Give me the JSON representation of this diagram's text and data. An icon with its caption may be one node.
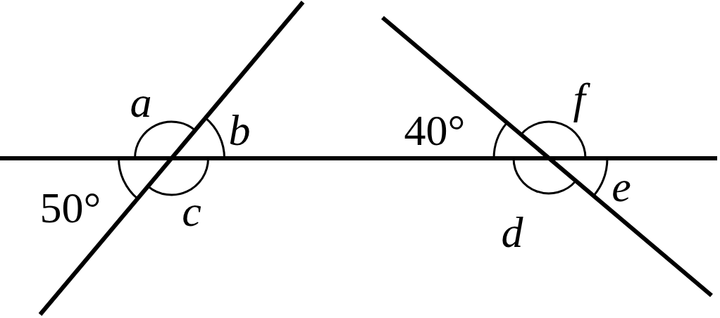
{
  "diagram": {
    "labels": [
      "a",
      "f",
      "b",
      "40°",
      "e",
      "50°",
      "c",
      "d"
    ]
  }
}
